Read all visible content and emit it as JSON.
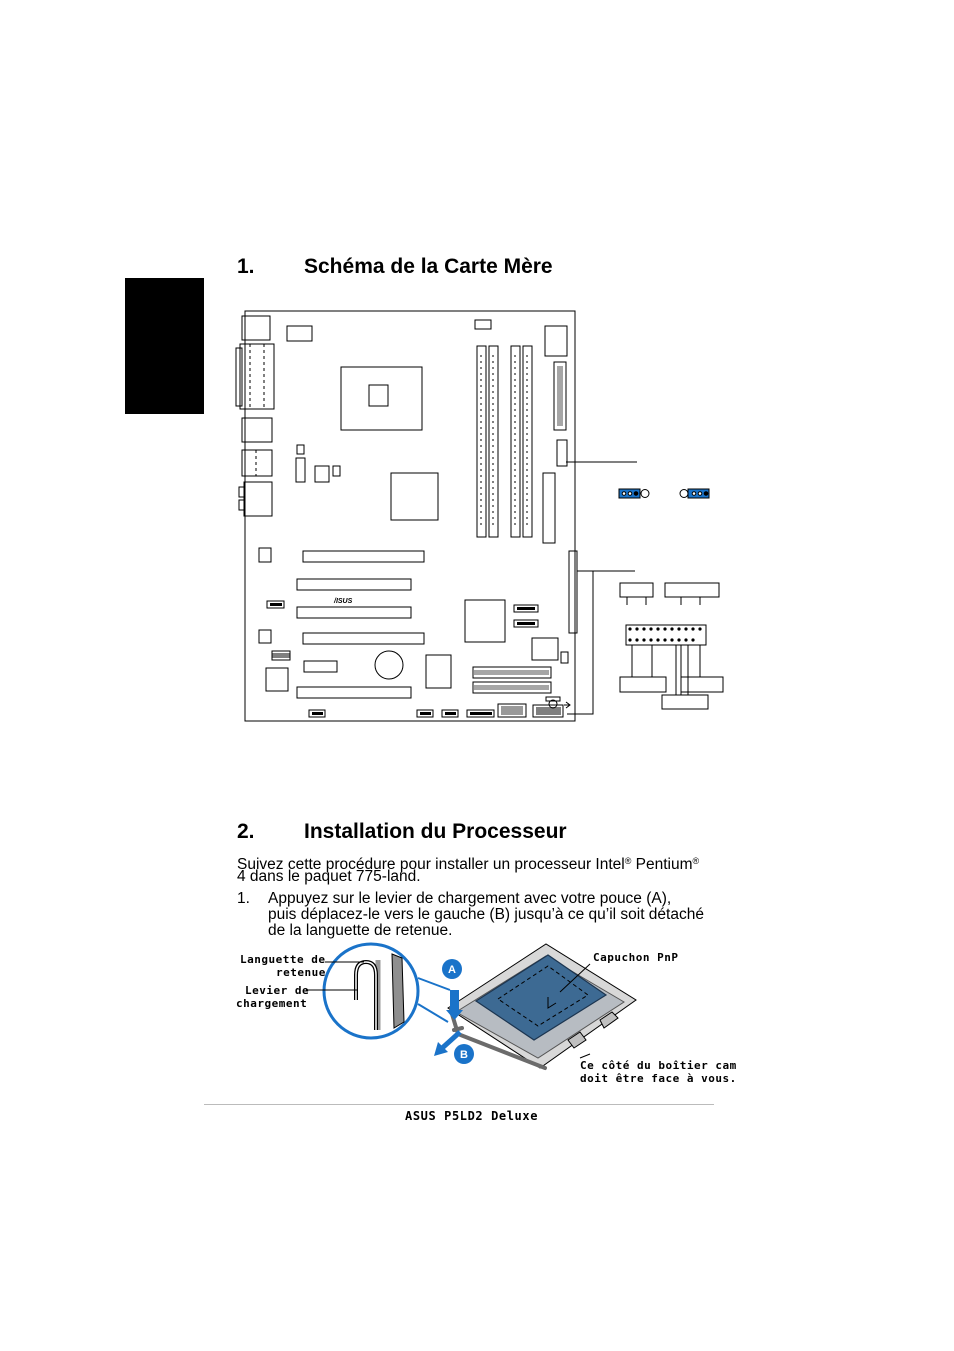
{
  "section1": {
    "number": "1.",
    "title": "Schéma de la Carte Mère"
  },
  "section2": {
    "number": "2.",
    "title": "Installation du Processeur"
  },
  "intro": {
    "line1_pre": "Suivez cette procédure pour installer un processeur Intel",
    "reg1": "®",
    "line1_mid": " Pentium",
    "reg2": "®",
    "line2": "4 dans le paquet 775-land."
  },
  "step1": {
    "number": "1.",
    "line1": "Appuyez sur le levier de chargement avec votre pouce (A),",
    "line2": "puis déplacez-le vers le gauche (B) jusqu’à ce qu’il soit détaché",
    "line3": "de la languette de retenue."
  },
  "diagram_labels": {
    "languette_1": "Languette de",
    "languette_2": "retenue",
    "levier_1": "Levier de",
    "levier_2": "chargement",
    "capuchon": "Capuchon PnP",
    "cote_1": "Ce côté du boîtier cam",
    "cote_2": "doit être face à vous.",
    "marker_a": "A",
    "marker_b": "B"
  },
  "board_logo": "/ISUS",
  "footer": "ASUS P5LD2 Deluxe",
  "colors": {
    "accent_blue": "#1a73c9",
    "socket_blue": "#3d6a93"
  }
}
